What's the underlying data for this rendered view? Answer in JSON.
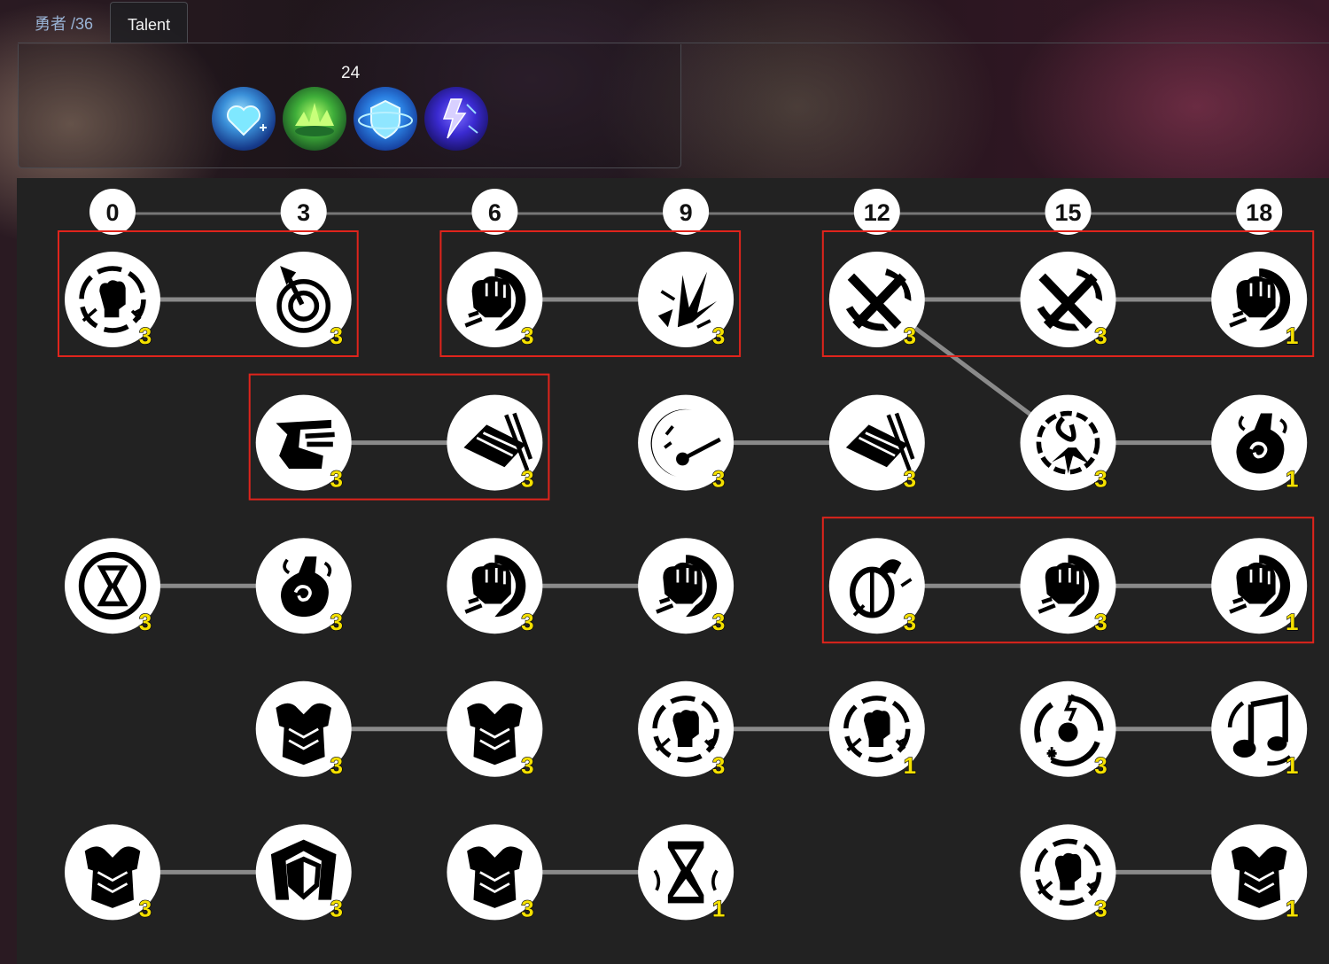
{
  "tabs": [
    {
      "label": "勇者 /36",
      "active": false
    },
    {
      "label": "Talent",
      "active": true
    }
  ],
  "summary": {
    "count": "24",
    "icons": [
      "heart-heal-icon",
      "green-burst-icon",
      "shield-orbit-icon",
      "lightning-warrior-icon"
    ]
  },
  "colors": {
    "panel": "#222222",
    "connector": "#8a8a8a",
    "highlight": "#e0241c",
    "rank": "#f4e000"
  },
  "levels": [
    "0",
    "3",
    "6",
    "9",
    "12",
    "15",
    "18"
  ],
  "talents": [
    {
      "row": 0,
      "col": 0,
      "icon": "fist-target-icon",
      "rank": "3"
    },
    {
      "row": 0,
      "col": 1,
      "icon": "dart-target-icon",
      "rank": "3"
    },
    {
      "row": 0,
      "col": 2,
      "icon": "power-fist-icon",
      "rank": "3"
    },
    {
      "row": 0,
      "col": 3,
      "icon": "shatter-blast-icon",
      "rank": "3"
    },
    {
      "row": 0,
      "col": 4,
      "icon": "crossed-swords-icon",
      "rank": "3"
    },
    {
      "row": 0,
      "col": 5,
      "icon": "crossed-swords-icon",
      "rank": "3"
    },
    {
      "row": 0,
      "col": 6,
      "icon": "power-fist-icon",
      "rank": "1"
    },
    {
      "row": 1,
      "col": 1,
      "icon": "winged-boot-icon",
      "rank": "3"
    },
    {
      "row": 1,
      "col": 2,
      "icon": "sword-dash-icon",
      "rank": "3"
    },
    {
      "row": 1,
      "col": 3,
      "icon": "crescent-strike-icon",
      "rank": "3"
    },
    {
      "row": 1,
      "col": 4,
      "icon": "sword-dash-icon",
      "rank": "3"
    },
    {
      "row": 1,
      "col": 5,
      "icon": "spiked-explosion-icon",
      "rank": "3"
    },
    {
      "row": 1,
      "col": 6,
      "icon": "potion-icon",
      "rank": "1"
    },
    {
      "row": 2,
      "col": 0,
      "icon": "hourglass-ring-icon",
      "rank": "3"
    },
    {
      "row": 2,
      "col": 1,
      "icon": "potion-icon",
      "rank": "3"
    },
    {
      "row": 2,
      "col": 2,
      "icon": "power-fist-icon",
      "rank": "3"
    },
    {
      "row": 2,
      "col": 3,
      "icon": "power-fist-icon",
      "rank": "3"
    },
    {
      "row": 2,
      "col": 4,
      "icon": "shield-parry-icon",
      "rank": "3"
    },
    {
      "row": 2,
      "col": 5,
      "icon": "power-fist-icon",
      "rank": "3"
    },
    {
      "row": 2,
      "col": 6,
      "icon": "power-fist-icon",
      "rank": "1"
    },
    {
      "row": 3,
      "col": 1,
      "icon": "chest-armor-icon",
      "rank": "3"
    },
    {
      "row": 3,
      "col": 2,
      "icon": "chest-armor-icon",
      "rank": "3"
    },
    {
      "row": 3,
      "col": 3,
      "icon": "fist-target-icon",
      "rank": "3"
    },
    {
      "row": 3,
      "col": 4,
      "icon": "fist-target-icon",
      "rank": "1"
    },
    {
      "row": 3,
      "col": 5,
      "icon": "elemental-orb-icon",
      "rank": "3"
    },
    {
      "row": 3,
      "col": 6,
      "icon": "music-note-icon",
      "rank": "1"
    },
    {
      "row": 4,
      "col": 0,
      "icon": "chest-armor-icon",
      "rank": "3"
    },
    {
      "row": 4,
      "col": 1,
      "icon": "pentagon-shield-icon",
      "rank": "3"
    },
    {
      "row": 4,
      "col": 2,
      "icon": "chest-armor-icon",
      "rank": "3"
    },
    {
      "row": 4,
      "col": 3,
      "icon": "hourglass-icon",
      "rank": "1"
    },
    {
      "row": 4,
      "col": 5,
      "icon": "fist-target-icon",
      "rank": "3"
    },
    {
      "row": 4,
      "col": 6,
      "icon": "chest-armor-icon",
      "rank": "1"
    }
  ],
  "connections": [
    [
      0,
      0,
      0,
      1
    ],
    [
      0,
      2,
      0,
      3
    ],
    [
      0,
      4,
      0,
      5
    ],
    [
      0,
      5,
      0,
      6
    ],
    [
      0,
      4,
      1,
      5
    ],
    [
      1,
      1,
      1,
      2
    ],
    [
      1,
      3,
      1,
      4
    ],
    [
      1,
      5,
      1,
      6
    ],
    [
      2,
      0,
      2,
      1
    ],
    [
      2,
      2,
      2,
      3
    ],
    [
      2,
      4,
      2,
      5
    ],
    [
      2,
      5,
      2,
      6
    ],
    [
      3,
      1,
      3,
      2
    ],
    [
      3,
      3,
      3,
      4
    ],
    [
      3,
      5,
      3,
      6
    ],
    [
      4,
      0,
      4,
      1
    ],
    [
      4,
      2,
      4,
      3
    ],
    [
      4,
      5,
      4,
      6
    ]
  ],
  "highlights": [
    {
      "row_from": 0,
      "row_to": 0,
      "col_from": 0,
      "col_to": 1
    },
    {
      "row_from": 0,
      "row_to": 0,
      "col_from": 2,
      "col_to": 3
    },
    {
      "row_from": 0,
      "row_to": 0,
      "col_from": 4,
      "col_to": 6
    },
    {
      "row_from": 1,
      "row_to": 1,
      "col_from": 1,
      "col_to": 2
    },
    {
      "row_from": 2,
      "row_to": 2,
      "col_from": 4,
      "col_to": 6
    }
  ]
}
